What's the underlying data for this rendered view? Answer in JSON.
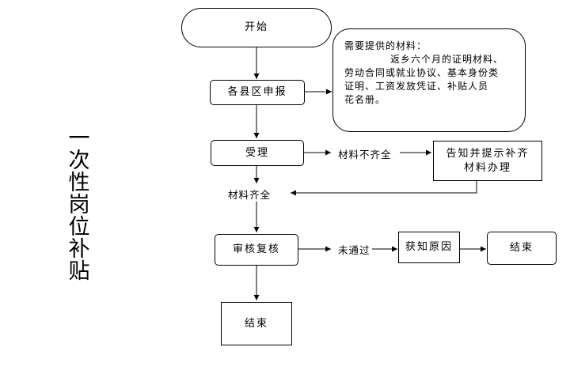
{
  "title": "一次性岗位补贴",
  "nodes": {
    "start": "开始",
    "declare": "各县区申报",
    "accept": "受理",
    "review": "审核复核",
    "notify": "告知并提示补齐材料办理",
    "reason": "获知原因",
    "end_right": "结束",
    "end_bottom": "结束"
  },
  "note": {
    "heading": "需要提供的材料：",
    "lines": [
      "返乡六个月的证明材料、",
      "劳动合同或就业协议、基本身份类",
      "证明、工资发放凭证、补贴人员",
      "花名册。"
    ]
  },
  "edge_labels": {
    "incomplete": "材料不齐全",
    "complete": "材料齐全",
    "not_passed": "未通过"
  }
}
